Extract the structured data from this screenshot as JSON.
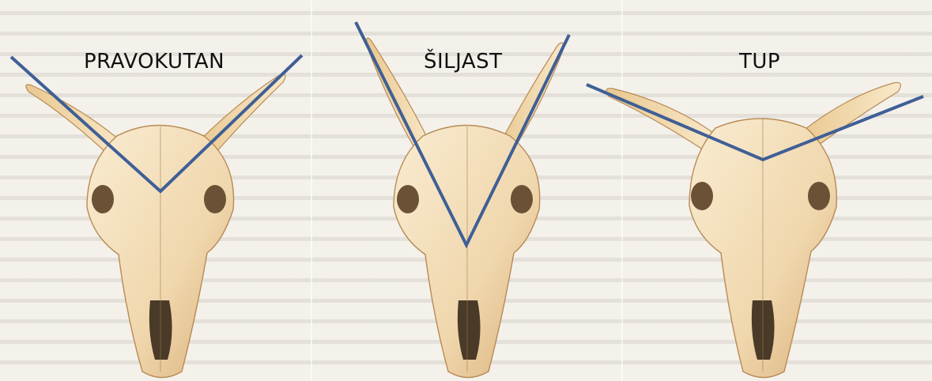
{
  "panels": [
    {
      "label": "PRAVOKUTAN"
    },
    {
      "label": "ŠILJAST"
    },
    {
      "label": "TUP"
    }
  ],
  "colors": {
    "angle_line": "#3f5f95",
    "bone": "#f0d7ad",
    "bone_shadow": "#c99a64",
    "dark": "#4a3a28",
    "page": "#f4f1eb"
  }
}
